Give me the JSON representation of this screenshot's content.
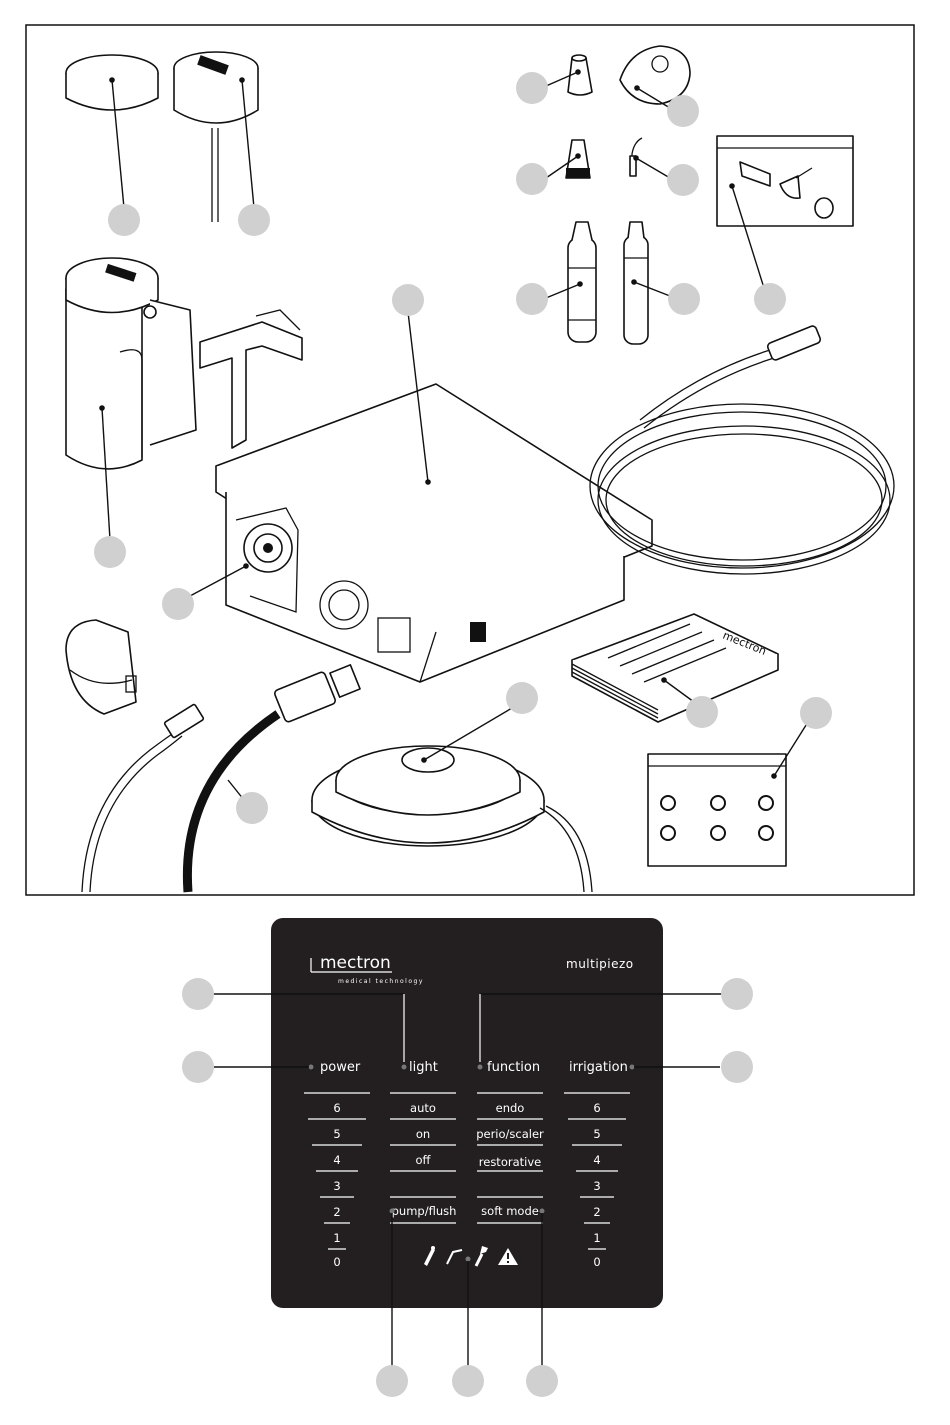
{
  "kit_diagram": {
    "manual_brand": "mectron",
    "label_brand": "mectron"
  },
  "control_panel": {
    "brand": "mectron",
    "brand_subtitle": "medical technology",
    "model": "multipiezo",
    "headings": {
      "power": "power",
      "light": "light",
      "function": "function",
      "irrigation": "irrigation"
    },
    "power_levels": [
      "6",
      "5",
      "4",
      "3",
      "2",
      "1",
      "0"
    ],
    "light_modes": [
      "auto",
      "on",
      "off"
    ],
    "function_modes": [
      "endo",
      "perio/scaler",
      "restorative"
    ],
    "irrigation_levels": [
      "6",
      "5",
      "4",
      "3",
      "2",
      "1",
      "0"
    ],
    "pump_flush_label": "pump/flush",
    "soft_mode_label": "soft mode",
    "indicator_icons": [
      "handpiece-icon",
      "tip-icon",
      "wrench-icon",
      "warning-icon"
    ],
    "colors": {
      "panel": "#231f20",
      "callout": "#d0d0d0",
      "text": "#ffffff"
    }
  }
}
